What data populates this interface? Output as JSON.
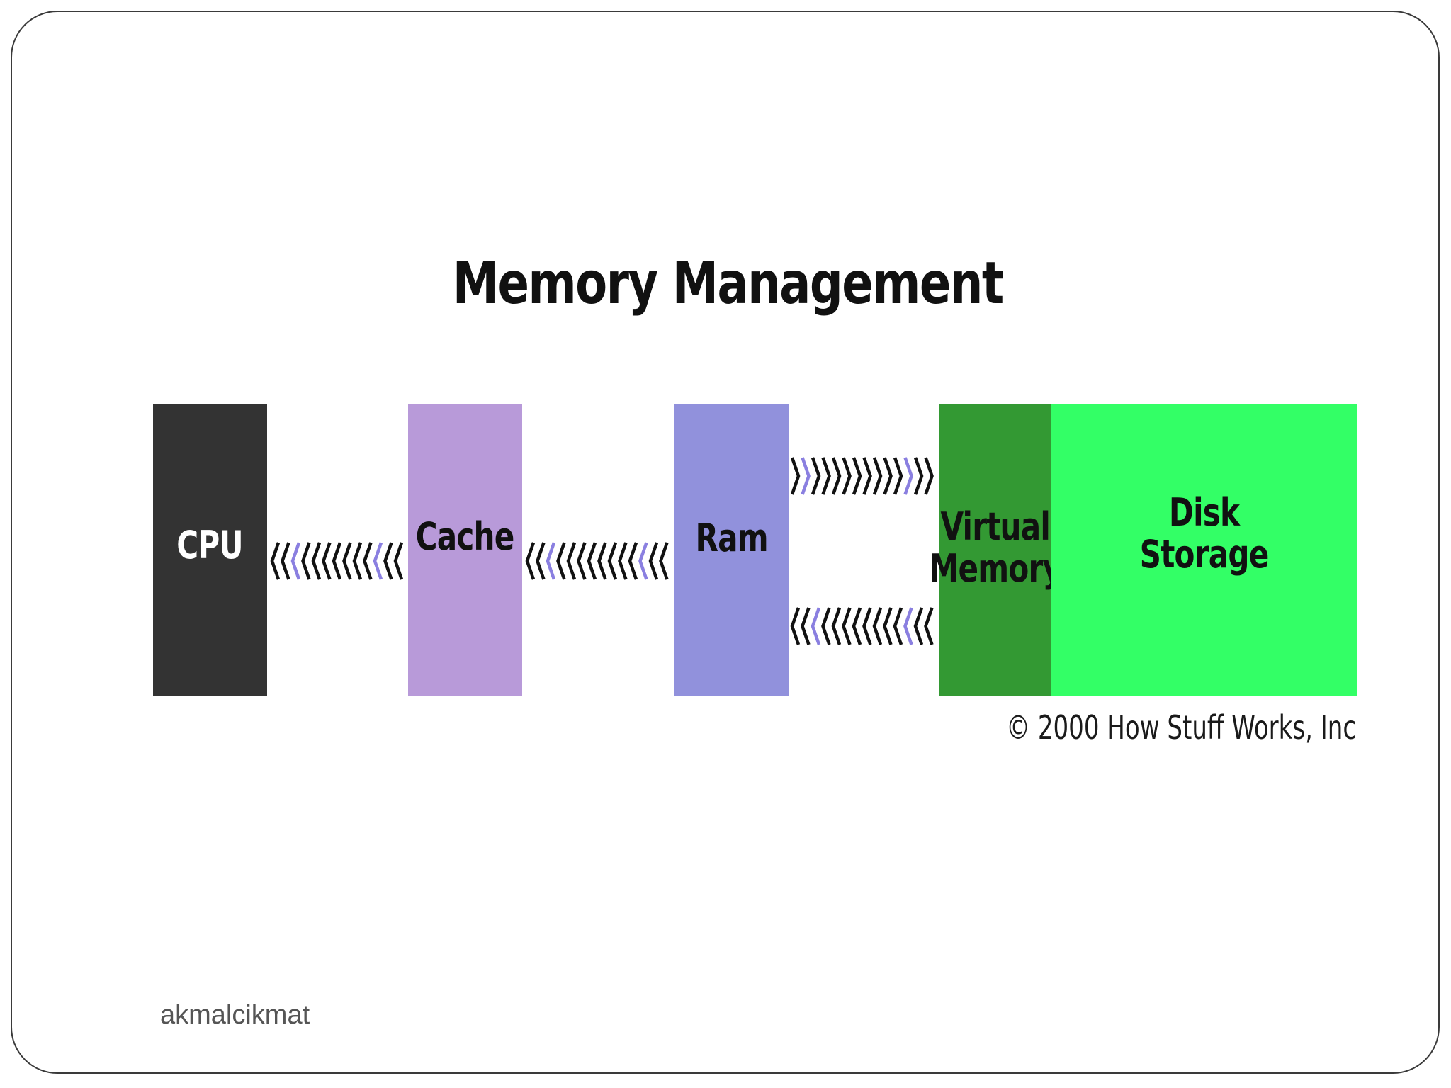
{
  "title": "Memory Management",
  "blocks": [
    {
      "id": "cpu",
      "label": "CPU",
      "fill": "#333333",
      "text_color": "#ffffff"
    },
    {
      "id": "cache",
      "label": "Cache",
      "fill": "#b89ad9",
      "text_color": "#111111"
    },
    {
      "id": "ram",
      "label": "Ram",
      "fill": "#9191dc",
      "text_color": "#111111"
    },
    {
      "id": "virtual_memory",
      "label": "Virtual\nMemory",
      "fill": "#339933",
      "text_color": "#111111"
    },
    {
      "id": "disk_storage",
      "label": "Disk\nStorage",
      "fill": "#33ff66",
      "text_color": "#111111"
    }
  ],
  "connectors": [
    {
      "from": "cache",
      "to": "cpu",
      "direction": "left"
    },
    {
      "from": "ram",
      "to": "cache",
      "direction": "left"
    },
    {
      "from": "ram",
      "to": "virtual_memory",
      "direction": "right"
    },
    {
      "from": "virtual_memory",
      "to": "ram",
      "direction": "left"
    }
  ],
  "colors": {
    "chevron": "#111111",
    "chevron_accent": "#8a7fe0"
  },
  "copyright": "© 2000 How Stuff Works, Inc",
  "footer": "akmalcikmat"
}
